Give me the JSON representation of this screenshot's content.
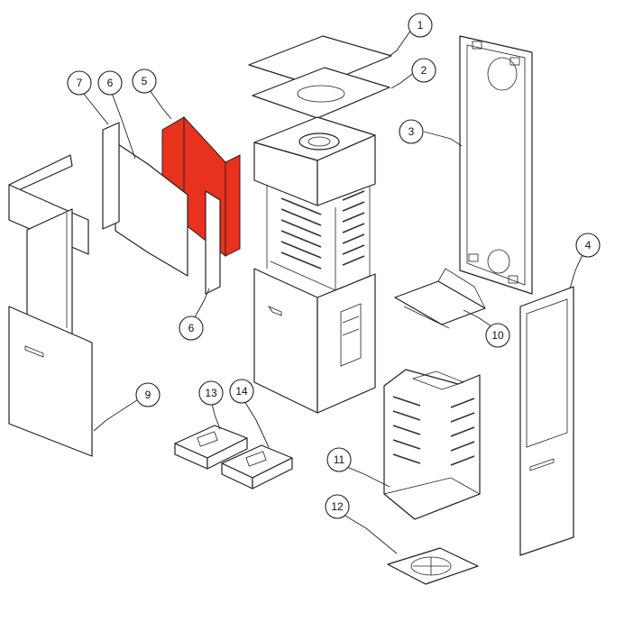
{
  "diagram": {
    "colors": {
      "line": "#222222",
      "highlight": "#e8321e",
      "background": "#ffffff"
    },
    "callouts": [
      {
        "id": "c1",
        "label": "1"
      },
      {
        "id": "c2",
        "label": "2"
      },
      {
        "id": "c3",
        "label": "3"
      },
      {
        "id": "c4",
        "label": "4"
      },
      {
        "id": "c5",
        "label": "5"
      },
      {
        "id": "c6a",
        "label": "6"
      },
      {
        "id": "c6b",
        "label": "6"
      },
      {
        "id": "c7",
        "label": "7"
      },
      {
        "id": "c9",
        "label": "9"
      },
      {
        "id": "c10",
        "label": "10"
      },
      {
        "id": "c11",
        "label": "11"
      },
      {
        "id": "c12",
        "label": "12"
      },
      {
        "id": "c13",
        "label": "13"
      },
      {
        "id": "c14",
        "label": "14"
      }
    ]
  }
}
